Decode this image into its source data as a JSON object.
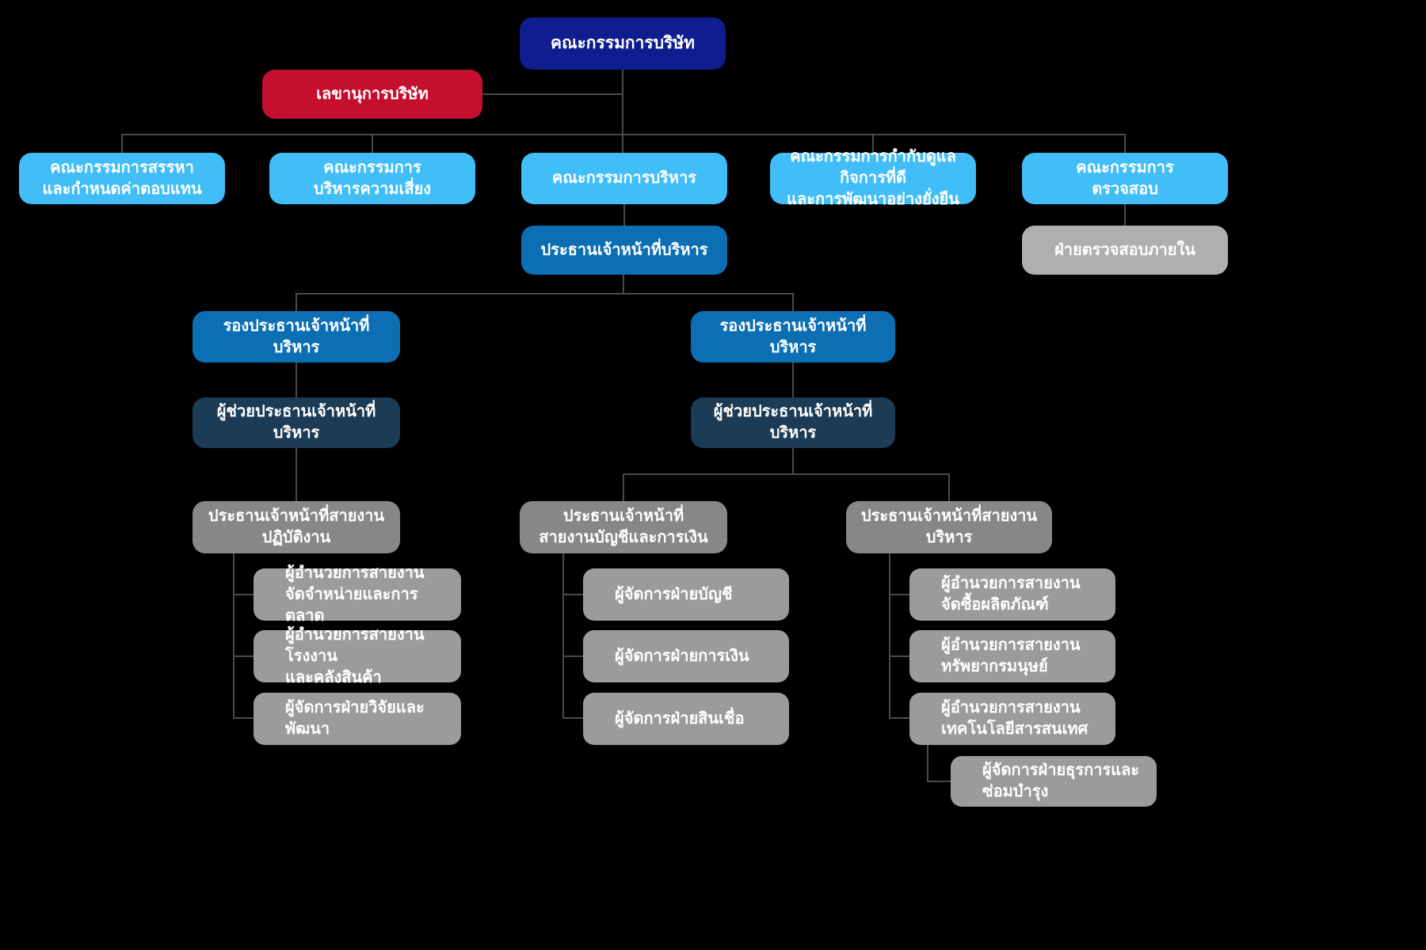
{
  "palette": {
    "bg": "#000000",
    "line": "#4a4a4a",
    "text": "#ffffff",
    "board-blue": "#101d8f",
    "secretary-red": "#c40f2e",
    "committee-blue": "#41bdf8",
    "exec-blue": "#0c6fb4",
    "assistant-navy": "#1c3c55",
    "chief-gray": "#878787",
    "sub-gray": "#9b9b9b",
    "audit-gray": "#afafaf"
  },
  "nodes": {
    "board": {
      "label": "คณะกรรมการบริษัท"
    },
    "secretary": {
      "label": "เลขานุการบริษัท"
    },
    "nomination": {
      "label": "คณะกรรมการสรรหา\nและกำหนดค่าตอบแทน"
    },
    "risk": {
      "label": "คณะกรรมการ\nบริหารความเสี่ยง"
    },
    "executive": {
      "label": "คณะกรรมการบริหาร"
    },
    "governance": {
      "label": "คณะกรรมการกำกับดูแลกิจการที่ดี\nและการพัฒนาอย่างยั่งยืน"
    },
    "audit": {
      "label": "คณะกรรมการ\nตรวจสอบ"
    },
    "internal_audit": {
      "label": "ฝ่ายตรวจสอบภายใน"
    },
    "ceo": {
      "label": "ประธานเจ้าหน้าที่บริหาร"
    },
    "deputy_left": {
      "label": "รองประธานเจ้าหน้าที่บริหาร"
    },
    "deputy_right": {
      "label": "รองประธานเจ้าหน้าที่บริหาร"
    },
    "assistant_left": {
      "label": "ผู้ช่วยประธานเจ้าหน้าที่บริหาร"
    },
    "assistant_right": {
      "label": "ผู้ช่วยประธานเจ้าหน้าที่บริหาร"
    },
    "coo": {
      "label": "ประธานเจ้าหน้าที่สายงานปฏิบัติงาน"
    },
    "cfo": {
      "label": "ประธานเจ้าหน้าที่\nสายงานบัญชีและการเงิน"
    },
    "cao": {
      "label": "ประธานเจ้าหน้าที่สายงานบริหาร"
    },
    "sales_marketing": {
      "label": "ผู้อำนวยการสายงาน\nจัดจำหน่ายและการตลาด"
    },
    "factory_warehouse": {
      "label": "ผู้อำนวยการสายงานโรงงาน\nและคลังสินค้า"
    },
    "rnd": {
      "label": "ผู้จัดการฝ่ายวิจัยและพัฒนา"
    },
    "accounting": {
      "label": "ผู้จัดการฝ่ายบัญชี"
    },
    "finance": {
      "label": "ผู้จัดการฝ่ายการเงิน"
    },
    "credit": {
      "label": "ผู้จัดการฝ่ายสินเชื่อ"
    },
    "procurement": {
      "label": "ผู้อำนวยการสายงาน\nจัดซื้อผลิตภัณฑ์"
    },
    "hr": {
      "label": "ผู้อำนวยการสายงาน\nทรัพยากรมนุษย์"
    },
    "it": {
      "label": "ผู้อำนวยการสายงาน\nเทคโนโลยีสารสนเทศ"
    },
    "admin_maintenance": {
      "label": "ผู้จัดการฝ่ายธุรการและ\nซ่อมบำรุง"
    }
  },
  "edges": [
    {
      "from": "board",
      "to": "secretary"
    },
    {
      "from": "board",
      "to": "nomination"
    },
    {
      "from": "board",
      "to": "risk"
    },
    {
      "from": "board",
      "to": "executive"
    },
    {
      "from": "board",
      "to": "governance"
    },
    {
      "from": "board",
      "to": "audit"
    },
    {
      "from": "audit",
      "to": "internal_audit"
    },
    {
      "from": "executive",
      "to": "ceo"
    },
    {
      "from": "ceo",
      "to": "deputy_left"
    },
    {
      "from": "ceo",
      "to": "deputy_right"
    },
    {
      "from": "deputy_left",
      "to": "assistant_left"
    },
    {
      "from": "deputy_right",
      "to": "assistant_right"
    },
    {
      "from": "assistant_left",
      "to": "coo"
    },
    {
      "from": "assistant_right",
      "to": "cfo"
    },
    {
      "from": "assistant_right",
      "to": "cao"
    },
    {
      "from": "coo",
      "to": "sales_marketing"
    },
    {
      "from": "coo",
      "to": "factory_warehouse"
    },
    {
      "from": "coo",
      "to": "rnd"
    },
    {
      "from": "cfo",
      "to": "accounting"
    },
    {
      "from": "cfo",
      "to": "finance"
    },
    {
      "from": "cfo",
      "to": "credit"
    },
    {
      "from": "cao",
      "to": "procurement"
    },
    {
      "from": "cao",
      "to": "hr"
    },
    {
      "from": "cao",
      "to": "it"
    },
    {
      "from": "cao",
      "to": "admin_maintenance"
    }
  ]
}
